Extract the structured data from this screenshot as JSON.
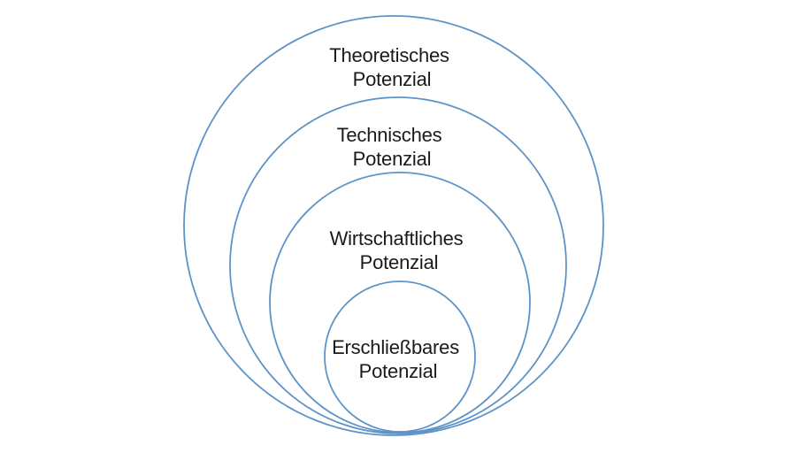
{
  "diagram": {
    "type": "nested-circles",
    "background_color": "#ffffff",
    "colors": {
      "stroke": "#5E93C8",
      "text": "#1a1a1a"
    },
    "rings": [
      {
        "line1": "Theoretisches",
        "line2": "Potenzial"
      },
      {
        "line1": "Technisches",
        "line2": "Potenzial"
      },
      {
        "line1": "Wirtschaftliches",
        "line2": "Potenzial"
      },
      {
        "line1": "Erschließbares",
        "line2": "Potenzial"
      }
    ]
  }
}
